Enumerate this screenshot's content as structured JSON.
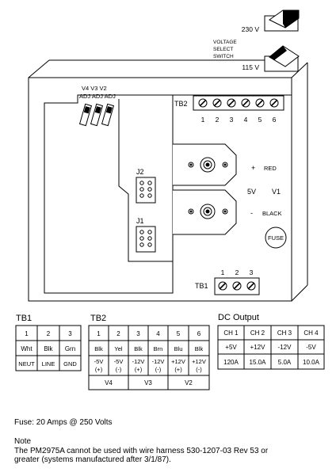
{
  "voltage_switch": {
    "label_line1": "VOLTAGE",
    "label_line2": "SELECT",
    "label_line3": "SWITCH",
    "top_position": "230 V",
    "bottom_position": "115 V"
  },
  "board": {
    "adj_labels_top": "V4 V3 V2",
    "adj_labels_bottom": "ADJ ADJ ADJ",
    "j2_label": "J2",
    "j1_label": "J1",
    "tb2_label": "TB2",
    "tb2_terminals": [
      "1",
      "2",
      "3",
      "4",
      "5",
      "6"
    ],
    "tb1_label": "TB1",
    "tb1_terminals": [
      "1",
      "2",
      "3"
    ],
    "v5_label": "5V",
    "v1_label": "V1",
    "plus_sign": "+",
    "red_label": "RED",
    "minus_sign": "-",
    "black_label": "BLACK",
    "fuse_label": "FUSE"
  },
  "tb1_table": {
    "title": "TB1",
    "header": [
      "1",
      "2",
      "3"
    ],
    "color_row": [
      "Wht",
      "Blk",
      "Grn"
    ],
    "function_row": [
      "NEUT",
      "LINE",
      "GND"
    ]
  },
  "tb2_table": {
    "title": "TB2",
    "header": [
      "1",
      "2",
      "3",
      "4",
      "5",
      "6"
    ],
    "color_row": [
      "Blk",
      "Yel",
      "Blk",
      "Brn",
      "Blu",
      "Blk"
    ],
    "voltage_row": [
      "-5V",
      "-5V",
      "-12V",
      "-12V",
      "+12V",
      "+12V"
    ],
    "polarity_row": [
      "(+)",
      "(-)",
      "(+)",
      "(-)",
      "(+)",
      "(-)"
    ],
    "group_row": [
      "V4",
      "V3",
      "V2"
    ]
  },
  "dc_output_table": {
    "title": "DC Output",
    "header": [
      "CH 1",
      "CH 2",
      "CH 3",
      "CH 4"
    ],
    "voltage_row": [
      "+5V",
      "+12V",
      "-12V",
      "-5V"
    ],
    "current_row": [
      "120A",
      "15.0A",
      "5.0A",
      "10.0A"
    ]
  },
  "fuse_note": "Fuse: 20 Amps @ 250 Volts",
  "note": {
    "title": "Note",
    "line1": "The PM2975A cannot be used with wire harness 530-1207-03 Rev 53 or",
    "line2": "greater (systems manufactured after 3/1/87)."
  }
}
